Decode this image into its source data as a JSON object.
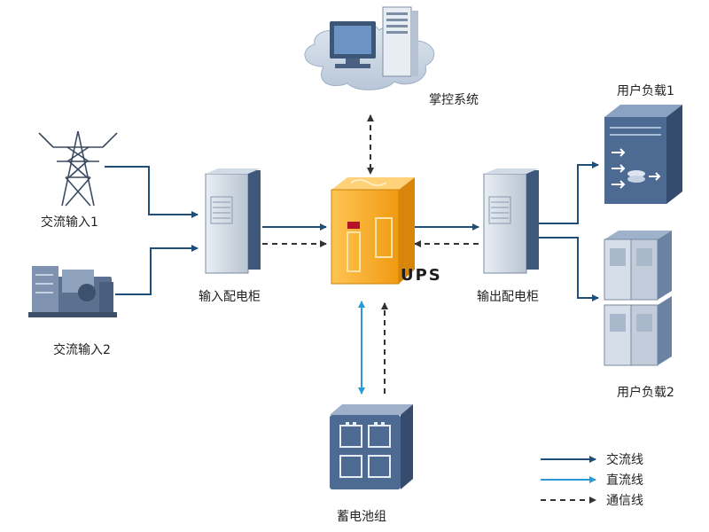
{
  "nodes": {
    "control_system": "掌控系统",
    "ac_input_1": "交流输入1",
    "ac_input_2": "交流输入2",
    "input_cabinet": "输入配电柜",
    "ups": "UPS",
    "output_cabinet": "输出配电柜",
    "user_load_1": "用户负载1",
    "user_load_2": "用户负载2",
    "battery_pack": "蓄电池组"
  },
  "legend": {
    "ac_line": "交流线",
    "dc_line": "直流线",
    "comm_line": "通信线"
  },
  "colors": {
    "ac_line": "#1f4e79",
    "dc_line": "#2a9ad6",
    "comm_line": "#333333",
    "ups_body": "#f5a623",
    "equipment": "#5a6f8e"
  }
}
